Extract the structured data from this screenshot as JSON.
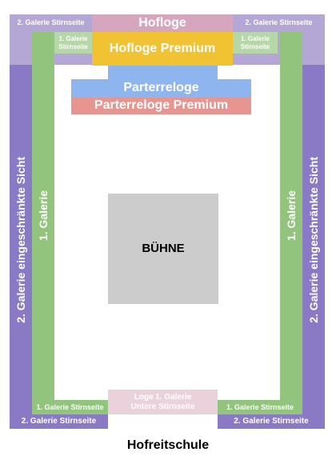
{
  "sections": {
    "galerie2_stirn_top_left": "2. Galerie Stirnseite",
    "galerie2_stirn_top_right": "2. Galerie Stirnseite",
    "hofloge": "Hofloge",
    "hofloge_premium": "Hofloge Premium",
    "galerie1_stirn_top_left": "1. Galerie Stirnseite",
    "galerie1_stirn_top_right": "1. Galerie Stirnseite",
    "parterreloge": "Parterreloge",
    "parterreloge_premium": "Parterreloge Premium",
    "galerie2_sicht_left": "2. Galerie eingeschränkte Sicht",
    "galerie2_sicht_right": "2. Galerie eingeschränkte Sicht",
    "galerie1_left": "1. Galerie",
    "galerie1_right": "1. Galerie",
    "stage": "BÜHNE",
    "loge_line1": "Loge 1. Galerie",
    "loge_line2": "Untere Stirnseite",
    "galerie1_stirn_bottom_left": "1. Galerie Stirnseite",
    "galerie1_stirn_bottom_right": "1. Galerie Stirnseite",
    "galerie2_stirn_bottom_left": "2. Galerie Stirnseite",
    "galerie2_stirn_bottom_right": "2. Galerie Stirnseite"
  },
  "venue_name": "Hofreitschule",
  "colors": {
    "galerie2": "#8a79c4",
    "galerie2_light": "#b4a7d6",
    "galerie1": "#93c47d",
    "galerie1_light": "#b6d7a8",
    "hofloge": "#d5a6bd",
    "hofloge_premium": "#f1c232",
    "parterreloge": "#8fb5ee",
    "parterreloge_premium": "#e69591",
    "stage": "#cccccc",
    "loge_lower": "#ead1dc"
  }
}
